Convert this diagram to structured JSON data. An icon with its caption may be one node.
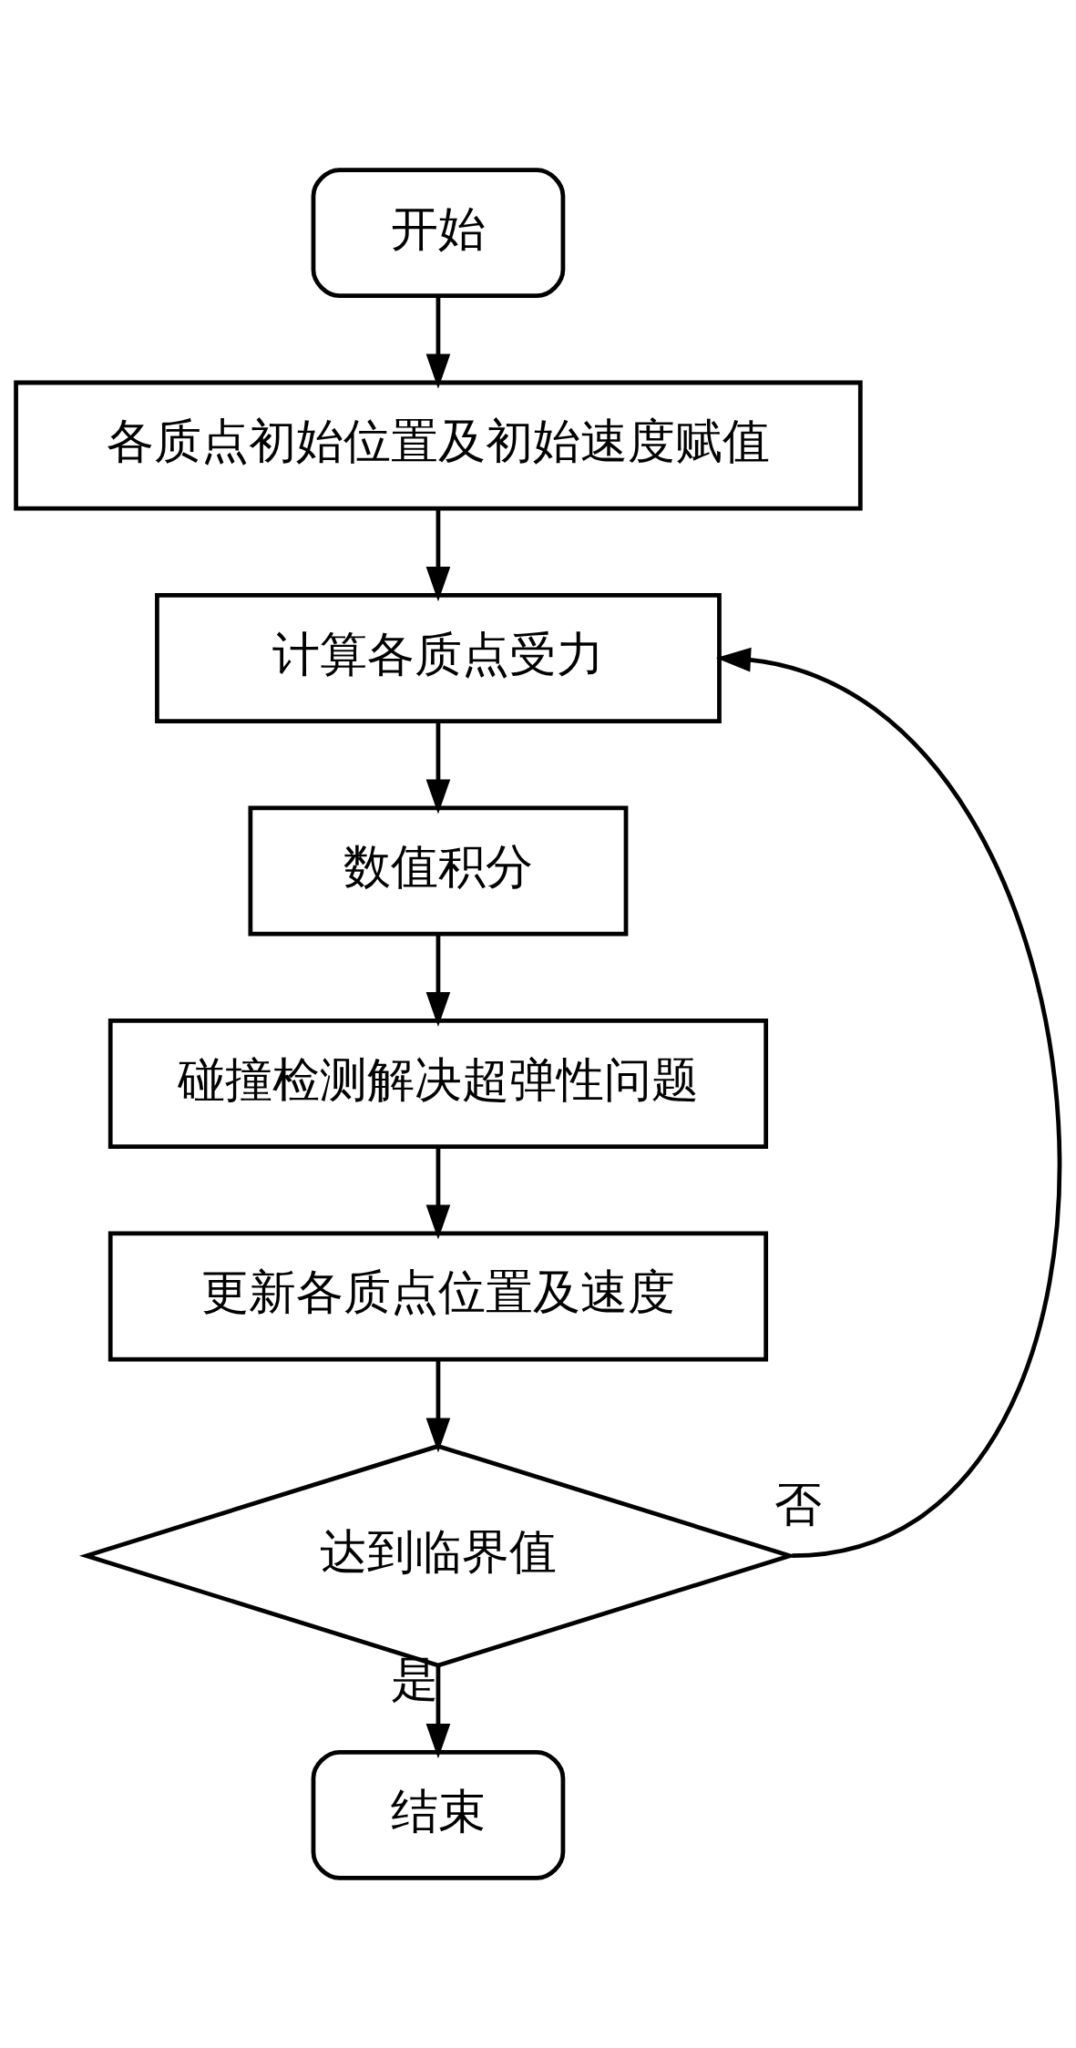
{
  "diagram": {
    "nodes": [
      {
        "text": [
          "开始"
        ]
      },
      {
        "text": [
          "各质点初始位置及初始速度赋值"
        ]
      },
      {
        "text": [
          "计算各质点受力"
        ]
      },
      {
        "text": [
          "数值积分"
        ]
      },
      {
        "text": [
          "碰撞检测解决超弹性问题"
        ]
      },
      {
        "text": [
          "更新各质点位置及速度"
        ]
      },
      {
        "text": [
          "达到临界值"
        ]
      },
      {
        "text": [
          "结束"
        ]
      }
    ],
    "edges": [
      {
        "from": 0,
        "to": 1,
        "arrow": "to"
      },
      {
        "from": 1,
        "to": 2,
        "arrow": "to"
      },
      {
        "from": 2,
        "to": 3,
        "arrow": "to"
      },
      {
        "from": 3,
        "to": 4,
        "arrow": "to"
      },
      {
        "from": 4,
        "to": 5,
        "arrow": "to"
      },
      {
        "from": 5,
        "to": 6,
        "arrow": "to"
      },
      {
        "from": 6,
        "to": 7,
        "arrow": "to",
        "label": "是"
      },
      {
        "from": 6,
        "to": 2,
        "arrow": "to",
        "label": "否"
      }
    ]
  }
}
